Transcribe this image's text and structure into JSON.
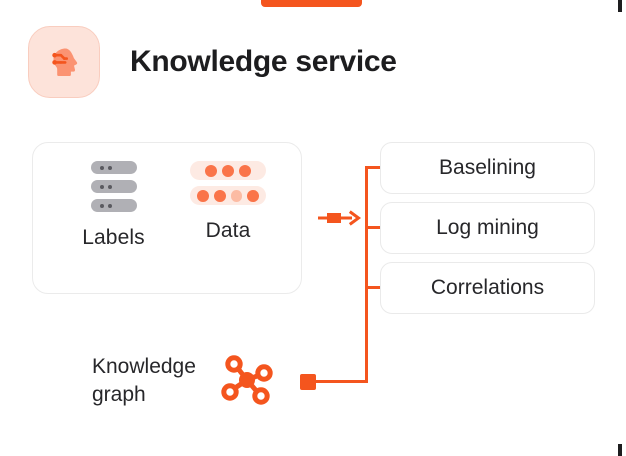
{
  "theme": {
    "accent": "#f4551e",
    "accent_light": "#fa7449",
    "accent_pale": "#fdeae3",
    "icon_tile_bg": "#fde3da",
    "text_primary": "#1d1d1f",
    "text_body": "#27272a",
    "border": "#eaeaea",
    "label_gray": "#b0b0b5"
  },
  "header": {
    "title": "Knowledge service",
    "icon": "head-circuit-icon"
  },
  "top_accent": {
    "name": "top-accent-bar"
  },
  "source_card": {
    "columns": [
      {
        "caption": "Labels",
        "icon": "label-rows-icon",
        "rows": [
          {
            "dots": 2
          },
          {
            "dots": 2
          },
          {
            "dots": 2
          }
        ]
      },
      {
        "caption": "Data",
        "icon": "data-rows-icon",
        "rows": [
          {
            "dots": [
              "solid",
              "solid",
              "solid"
            ]
          },
          {
            "dots": [
              "solid",
              "solid",
              "faded",
              "solid"
            ]
          }
        ]
      }
    ]
  },
  "connector": {
    "arrow_icon": "arrow-right-icon",
    "endpoint_icon": "square-node-icon"
  },
  "capabilities": [
    {
      "label": "Baselining"
    },
    {
      "label": "Log mining"
    },
    {
      "label": "Correlations"
    }
  ],
  "knowledge_graph": {
    "label": "Knowledge\ngraph",
    "icon": "knowledge-graph-icon"
  }
}
